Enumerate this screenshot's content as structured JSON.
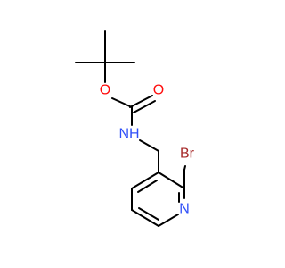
{
  "molecule": {
    "atoms": {
      "oxygen_ester": "O",
      "oxygen_carbonyl": "O",
      "nitrogen_amine": "NH",
      "bromine": "Br",
      "nitrogen_pyridine": "N"
    },
    "colors": {
      "bond": "#000000",
      "oxygen": "#ff0d0d",
      "nitrogen": "#3050f8",
      "bromine": "#a62929"
    }
  }
}
